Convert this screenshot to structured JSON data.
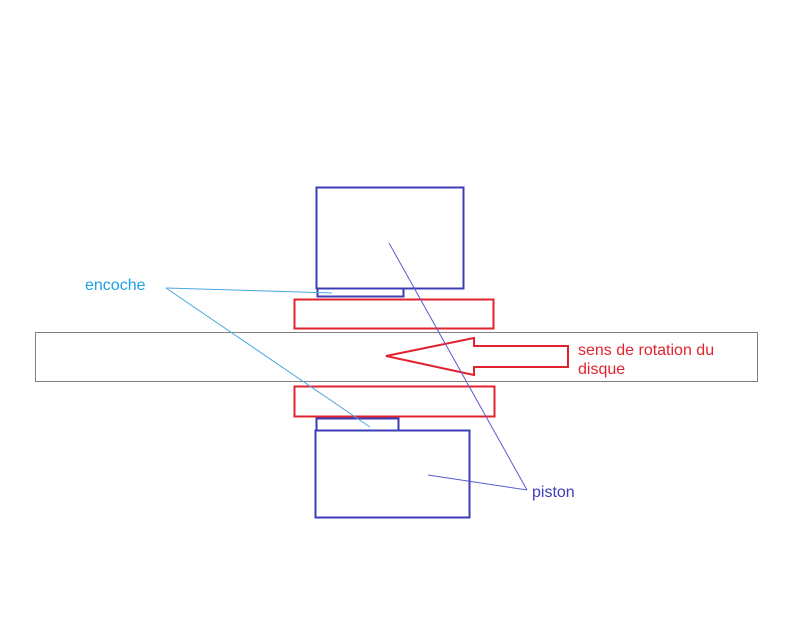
{
  "labels": {
    "encoche": "encoche",
    "piston": "piston",
    "rotation_line1": "sens de rotation du",
    "rotation_line2": "disque"
  },
  "colors": {
    "piston": "#3c3cb4",
    "pad": "#e0242f",
    "disc": "#808080",
    "encoche_text": "#1ea0e6",
    "encoche_leader": "#4aa8e0",
    "piston_leader": "#5a5ad0",
    "arrow": "#e0242f"
  }
}
